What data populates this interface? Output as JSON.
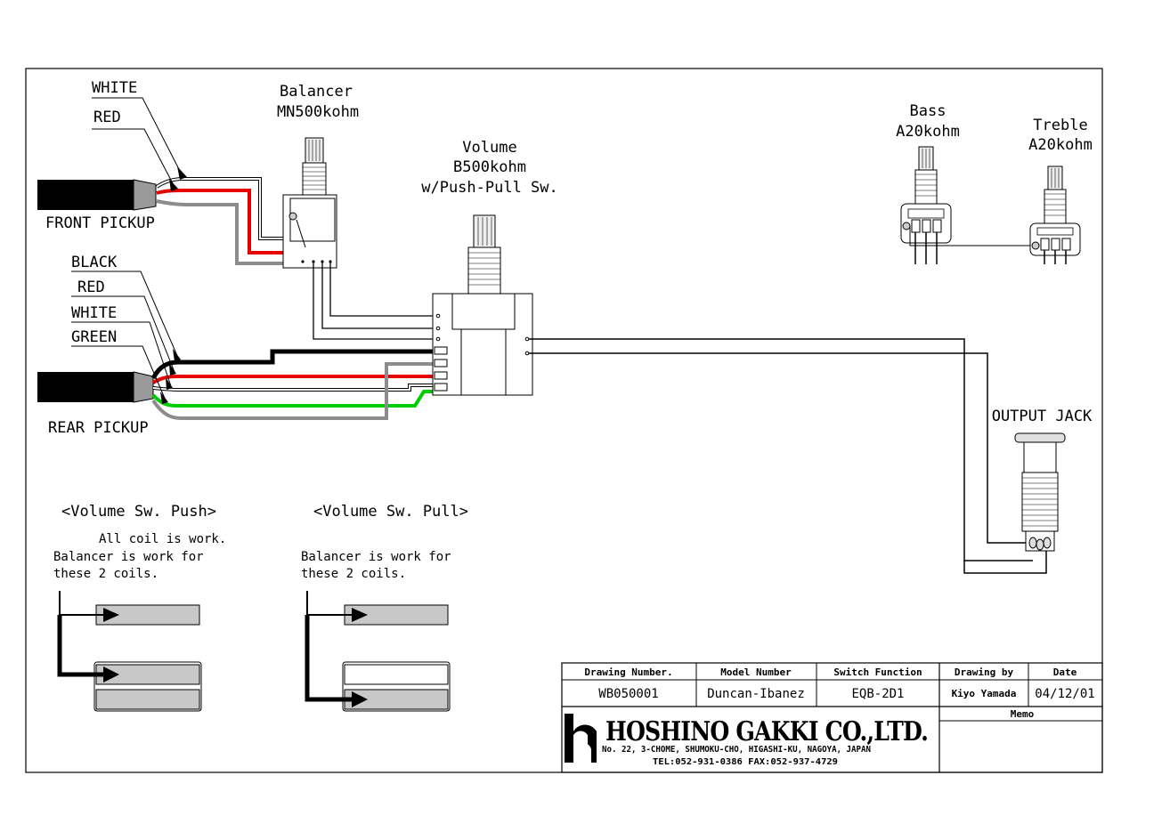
{
  "labels": {
    "front_pickup": "FRONT PICKUP",
    "rear_pickup": "REAR PICKUP",
    "front_white": "WHITE",
    "front_red": "RED",
    "rear_black": "BLACK",
    "rear_red": "RED",
    "rear_white": "WHITE",
    "rear_green": "GREEN",
    "balancer_line1": "Balancer",
    "balancer_line2": "MN500kohm",
    "volume_line1": "Volume",
    "volume_line2": "B500kohm",
    "volume_line3": "w/Push-Pull Sw.",
    "bass_line1": "Bass",
    "bass_line2": "A20kohm",
    "treble_line1": "Treble",
    "treble_line2": "A20kohm",
    "output_jack": "OUTPUT JACK"
  },
  "notes": {
    "push_title": "<Volume Sw. Push>",
    "push_line1": "All coil is work.",
    "push_line2": "Balancer is work for",
    "push_line3": "these 2 coils.",
    "pull_title": "<Volume Sw. Pull>",
    "pull_line1": "Balancer is work for",
    "pull_line2": "these 2 coils."
  },
  "title_block": {
    "drawing_number_label": "Drawing Number.",
    "drawing_number": "WB050001",
    "model_number_label": "Model Number",
    "model_number": "Duncan-Ibanez",
    "switch_function_label": "Switch Function",
    "switch_function": "EQB-2D1",
    "drawing_by_label": "Drawing by",
    "drawing_by": "Kiyo Yamada",
    "date_label": "Date",
    "date": "04/12/01",
    "memo_label": "Memo"
  },
  "company": {
    "name": "HOSHINO GAKKI CO.,LTD.",
    "address": "No. 22, 3-CHOME, SHUMOKU-CHO, HIGASHI-KU, NAGOYA, JAPAN",
    "phone": "TEL:052-931-0386  FAX:052-937-4729"
  },
  "colors": {
    "wire_red": "#e60000",
    "wire_green": "#00cc00",
    "wire_black": "#000000",
    "wire_gray": "#8c8c8c",
    "coil_fill": "#c8c8c8"
  }
}
